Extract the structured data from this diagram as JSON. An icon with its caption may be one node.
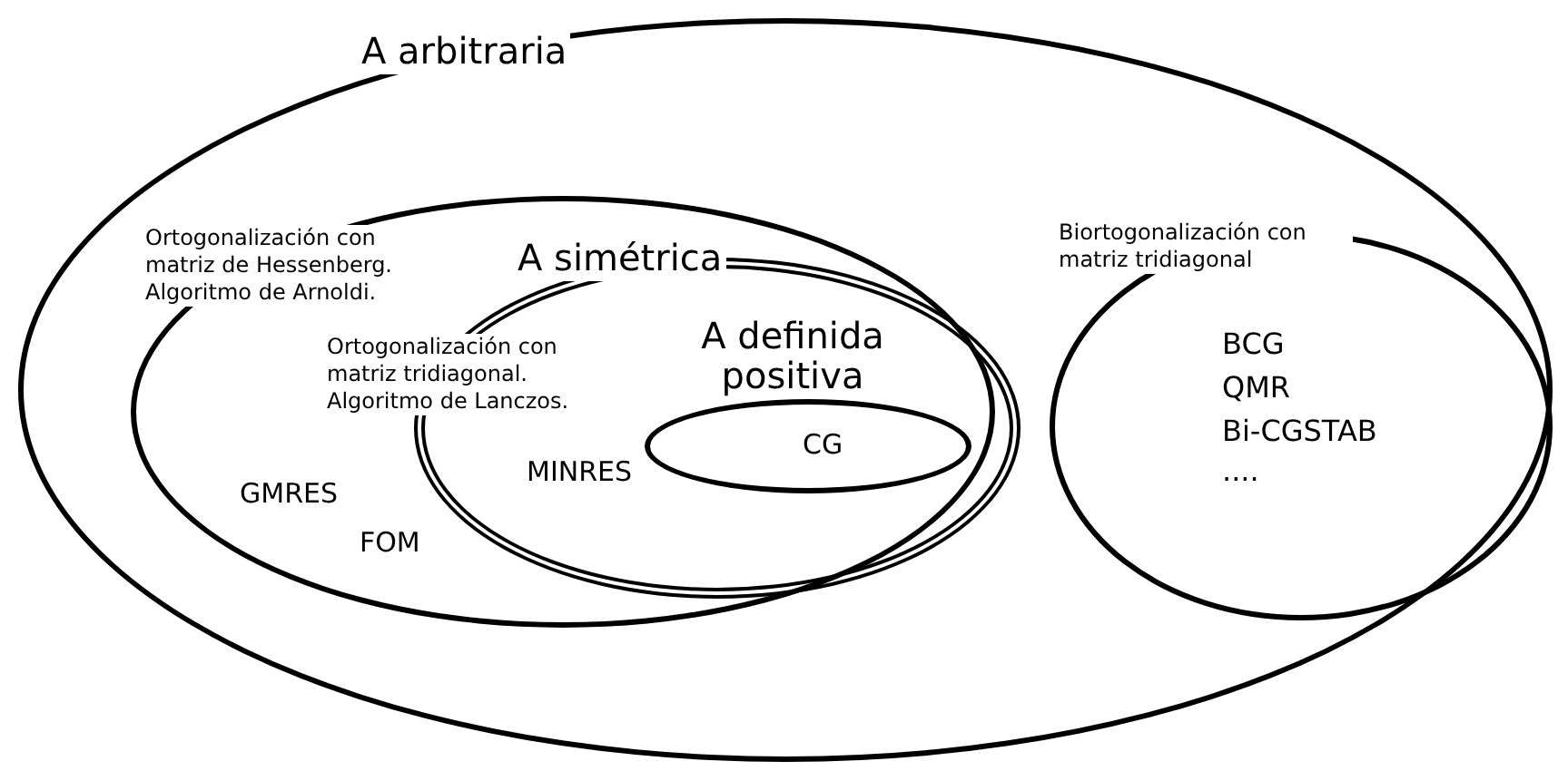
{
  "diagram": {
    "nodes": [
      {
        "text": [
          "A arbitraria"
        ]
      },
      {
        "text": [
          "Ortogonalización con matriz de Hessenberg. Algoritmo de Arnoldi.",
          "GMRES",
          "FOM"
        ],
        "in": 0
      },
      {
        "text": [
          "A simétrica",
          "Ortogonalización con matriz tridiagonal. Algoritmo de Lanczos.",
          "MINRES"
        ],
        "in": 1
      },
      {
        "text": [
          "A definida positiva",
          "CG"
        ],
        "in": 2
      },
      {
        "text": [
          "Biortogonalización con matriz tridiagonal",
          "BCG",
          "QMR",
          "Bi-CGSTAB",
          "...."
        ],
        "in": 0
      }
    ]
  }
}
